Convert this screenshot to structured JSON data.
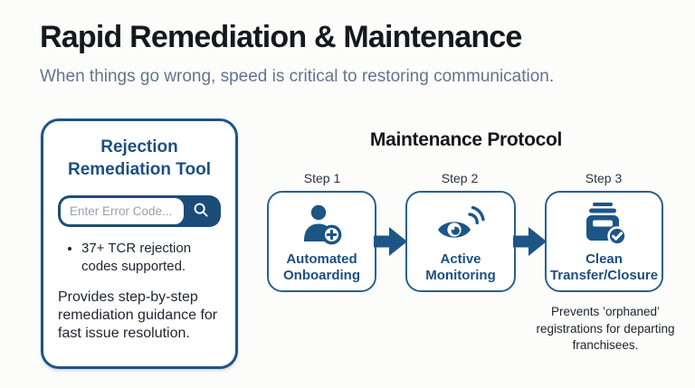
{
  "page": {
    "title": "Rapid Remediation & Maintenance",
    "subtitle": "When things go wrong, speed is critical to restoring communication."
  },
  "colors": {
    "accent_blue": "#1d5586",
    "accent_text_blue": "#1d4f82",
    "heading_black": "#15181d",
    "subtitle_gray": "#64748b",
    "body_text": "#1f2430",
    "background": "#fcfcfb"
  },
  "remediation_panel": {
    "title": "Rejection Remediation Tool",
    "search": {
      "placeholder": "Enter Error Code...",
      "icon": "search-icon"
    },
    "bullets": [
      "37+ TCR rejection codes supported."
    ],
    "description": "Provides step-by-step remediation guidance for fast issue resolution."
  },
  "protocol": {
    "title": "Maintenance Protocol",
    "steps": [
      {
        "caption": "Step 1",
        "label": "Automated Onboarding",
        "icon": "person-add-icon"
      },
      {
        "caption": "Step 2",
        "label": "Active Monitoring",
        "icon": "eye-monitoring-icon"
      },
      {
        "caption": "Step 3",
        "label": "Clean Transfer/Closure",
        "icon": "archive-check-icon"
      }
    ],
    "note": "Prevents ’orphaned’ registrations for departing franchisees."
  }
}
